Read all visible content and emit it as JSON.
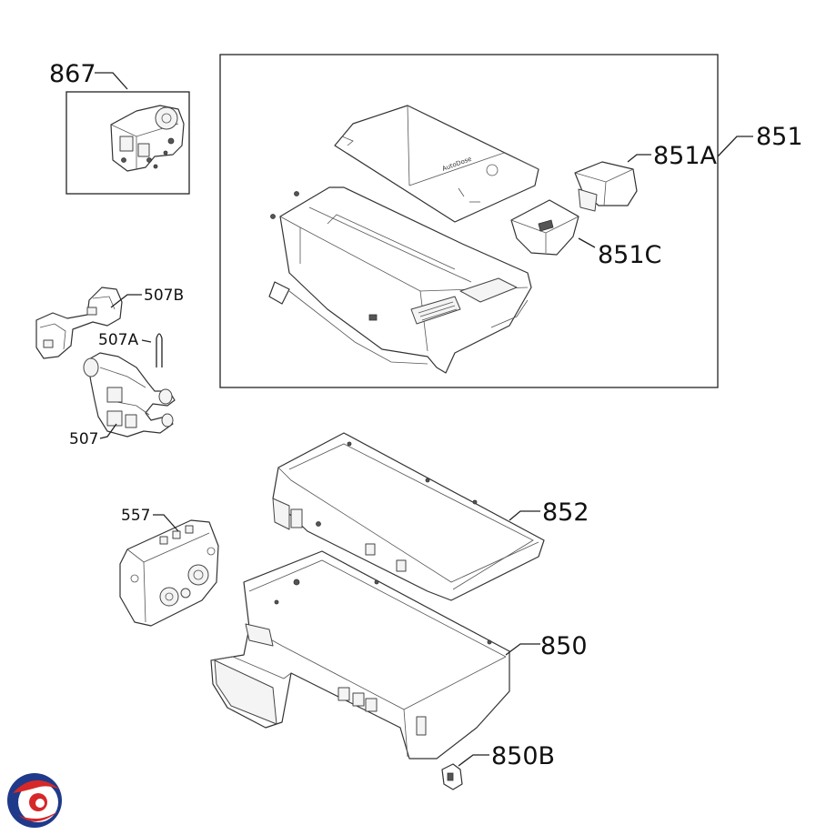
{
  "callouts": {
    "c867": "867",
    "c851": "851",
    "c851A": "851A",
    "c851C": "851C",
    "c507B": "507B",
    "c507A": "507A",
    "c507": "507",
    "c852": "852",
    "c557": "557",
    "c850": "850",
    "c850B": "850B"
  },
  "part_button_text": "AutoDose",
  "logo": {
    "colors": [
      "#1f3a8a",
      "#d62828"
    ]
  }
}
